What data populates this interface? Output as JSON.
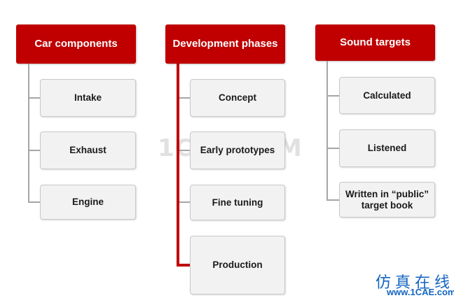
{
  "columns": [
    {
      "header": "Car components",
      "items": [
        "Intake",
        "Exhaust",
        "Engine"
      ]
    },
    {
      "header": "Development phases",
      "items": [
        "Concept",
        "Early prototypes",
        "Fine tuning",
        "Production"
      ]
    },
    {
      "header": "Sound targets",
      "items": [
        "Calculated",
        "Listened",
        "Written in “public” target book"
      ]
    }
  ],
  "watermark": "1CAE.COM",
  "brand": {
    "chinese": "仿真在线",
    "url": "www.1CAE.com"
  },
  "colors": {
    "header_bg": "#c00000",
    "item_bg": "#f2f2f2",
    "gray_line": "#a6a6a6",
    "red_line": "#c00000",
    "brand": "#1565c0"
  }
}
